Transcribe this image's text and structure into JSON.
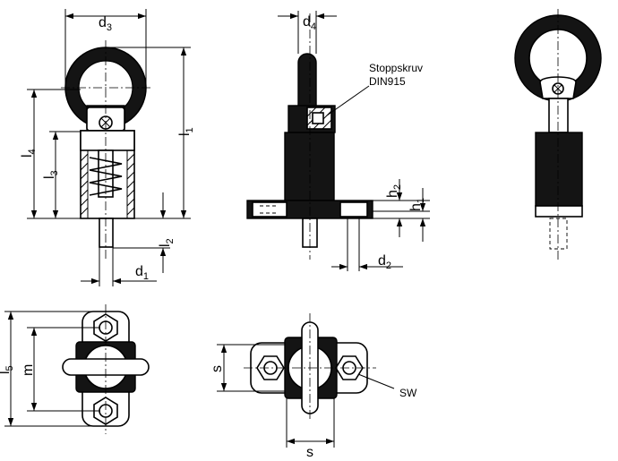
{
  "labels": {
    "d3": {
      "main": "d",
      "sub": "3"
    },
    "d4": {
      "main": "d",
      "sub": "4"
    },
    "l1": {
      "main": "l",
      "sub": "1"
    },
    "l2": {
      "main": "l",
      "sub": "2"
    },
    "l3": {
      "main": "l",
      "sub": "3"
    },
    "l4": {
      "main": "l",
      "sub": "4"
    },
    "l5": {
      "main": "l",
      "sub": "5"
    },
    "d1": {
      "main": "d",
      "sub": "1"
    },
    "d2": {
      "main": "d",
      "sub": "2"
    },
    "h1": {
      "main": "h",
      "sub": "1"
    },
    "h2": {
      "main": "h",
      "sub": "2"
    },
    "m": "m",
    "s_vertical": "s",
    "s_horizontal": "s",
    "sw": "SW"
  },
  "notes": {
    "set_screw_line1": "Stoppskruv",
    "set_screw_line2": "DIN915"
  }
}
